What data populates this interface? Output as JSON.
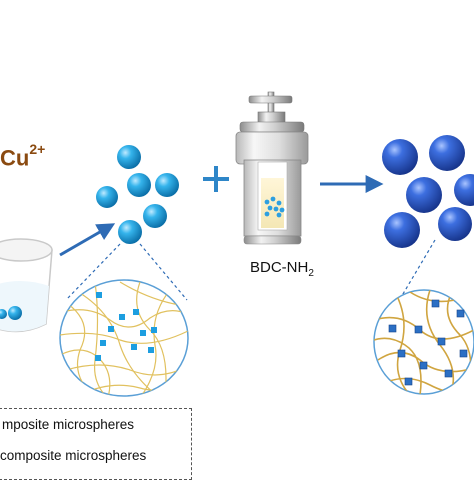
{
  "labels": {
    "cation_prefix": "Cu",
    "cation_charge": "2+",
    "linker_prefix": "BDC-NH",
    "linker_subscript": "2",
    "plus_sign": "+"
  },
  "legend": {
    "item_1": "mposite microspheres",
    "item_2": "composite microspheres"
  },
  "colors": {
    "small_bead": "#1aa7e2",
    "large_bead": "#2f5fd0",
    "arrow": "#2e6bb5",
    "fiber": "#d9b35a",
    "fiber_dark": "#b48a2a",
    "node_small": "#1d9ee0",
    "node_large": "#2b6fc4",
    "plus": "#2e86c8",
    "cation_text": "#8a4a10"
  }
}
